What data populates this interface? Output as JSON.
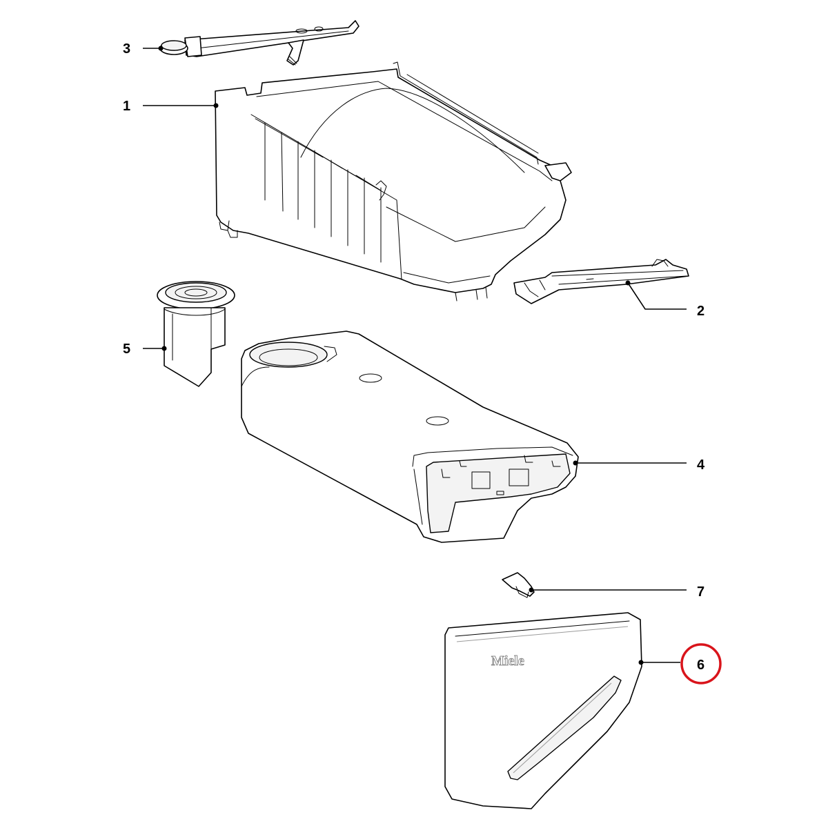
{
  "callouts": [
    {
      "id": "1",
      "label": "1"
    },
    {
      "id": "2",
      "label": "2"
    },
    {
      "id": "3",
      "label": "3"
    },
    {
      "id": "4",
      "label": "4"
    },
    {
      "id": "5",
      "label": "5"
    },
    {
      "id": "6",
      "label": "6",
      "highlighted": true
    },
    {
      "id": "7",
      "label": "7"
    }
  ],
  "logo_text": "Miele",
  "highlight_color": "#d9141b",
  "line_color": "#000000"
}
